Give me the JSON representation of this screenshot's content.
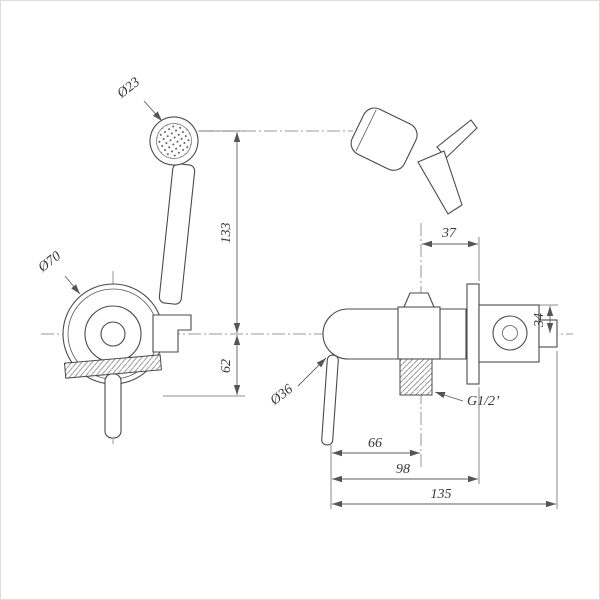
{
  "meta": {
    "background": "#ffffff",
    "line_color": "#4a4a4a",
    "dim_color": "#5f5f5f",
    "text_color": "#383838"
  },
  "drawing": {
    "type": "technical-dimension-drawing",
    "labels": {
      "spray_head_diameter": "Ø23",
      "escutcheon_diameter": "Ø70",
      "upper_height": "133",
      "lower_height": "62",
      "top_offset": "37",
      "right_offset": "34",
      "body_diameter": "Ø36",
      "thread_size": "G1/2’",
      "depth_a": "66",
      "depth_b": "98",
      "depth_c": "135"
    }
  }
}
